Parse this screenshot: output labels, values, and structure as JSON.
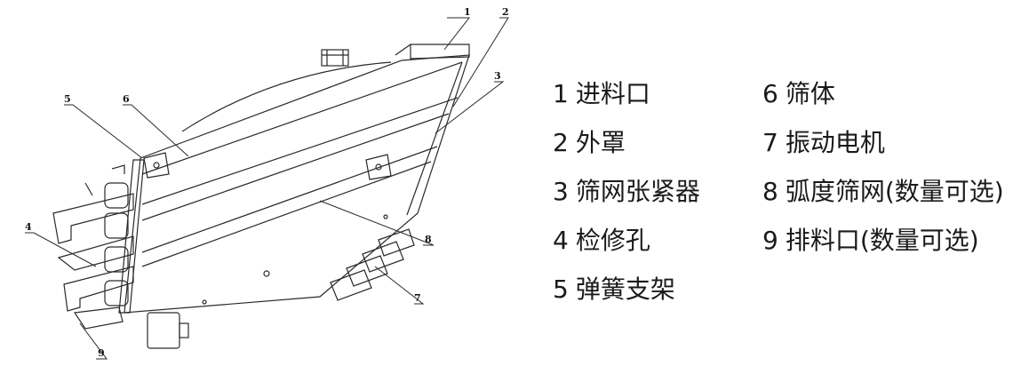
{
  "callouts": [
    "1",
    "2",
    "3",
    "4",
    "5",
    "6",
    "7",
    "8",
    "9"
  ],
  "legend": {
    "items": [
      {
        "num": "1",
        "label": "进料口"
      },
      {
        "num": "2",
        "label": "外罩"
      },
      {
        "num": "3",
        "label": "筛网张紧器"
      },
      {
        "num": "4",
        "label": "检修孔"
      },
      {
        "num": "5",
        "label": "弹簧支架"
      },
      {
        "num": "6",
        "label": "筛体"
      },
      {
        "num": "7",
        "label": "振动电机"
      },
      {
        "num": "8",
        "label": "弧度筛网(数量可选)"
      },
      {
        "num": "9",
        "label": "排料口(数量可选)"
      }
    ]
  },
  "colors": {
    "line": "#2a2a2a",
    "text": "#1a1a1a",
    "background": "#ffffff"
  }
}
